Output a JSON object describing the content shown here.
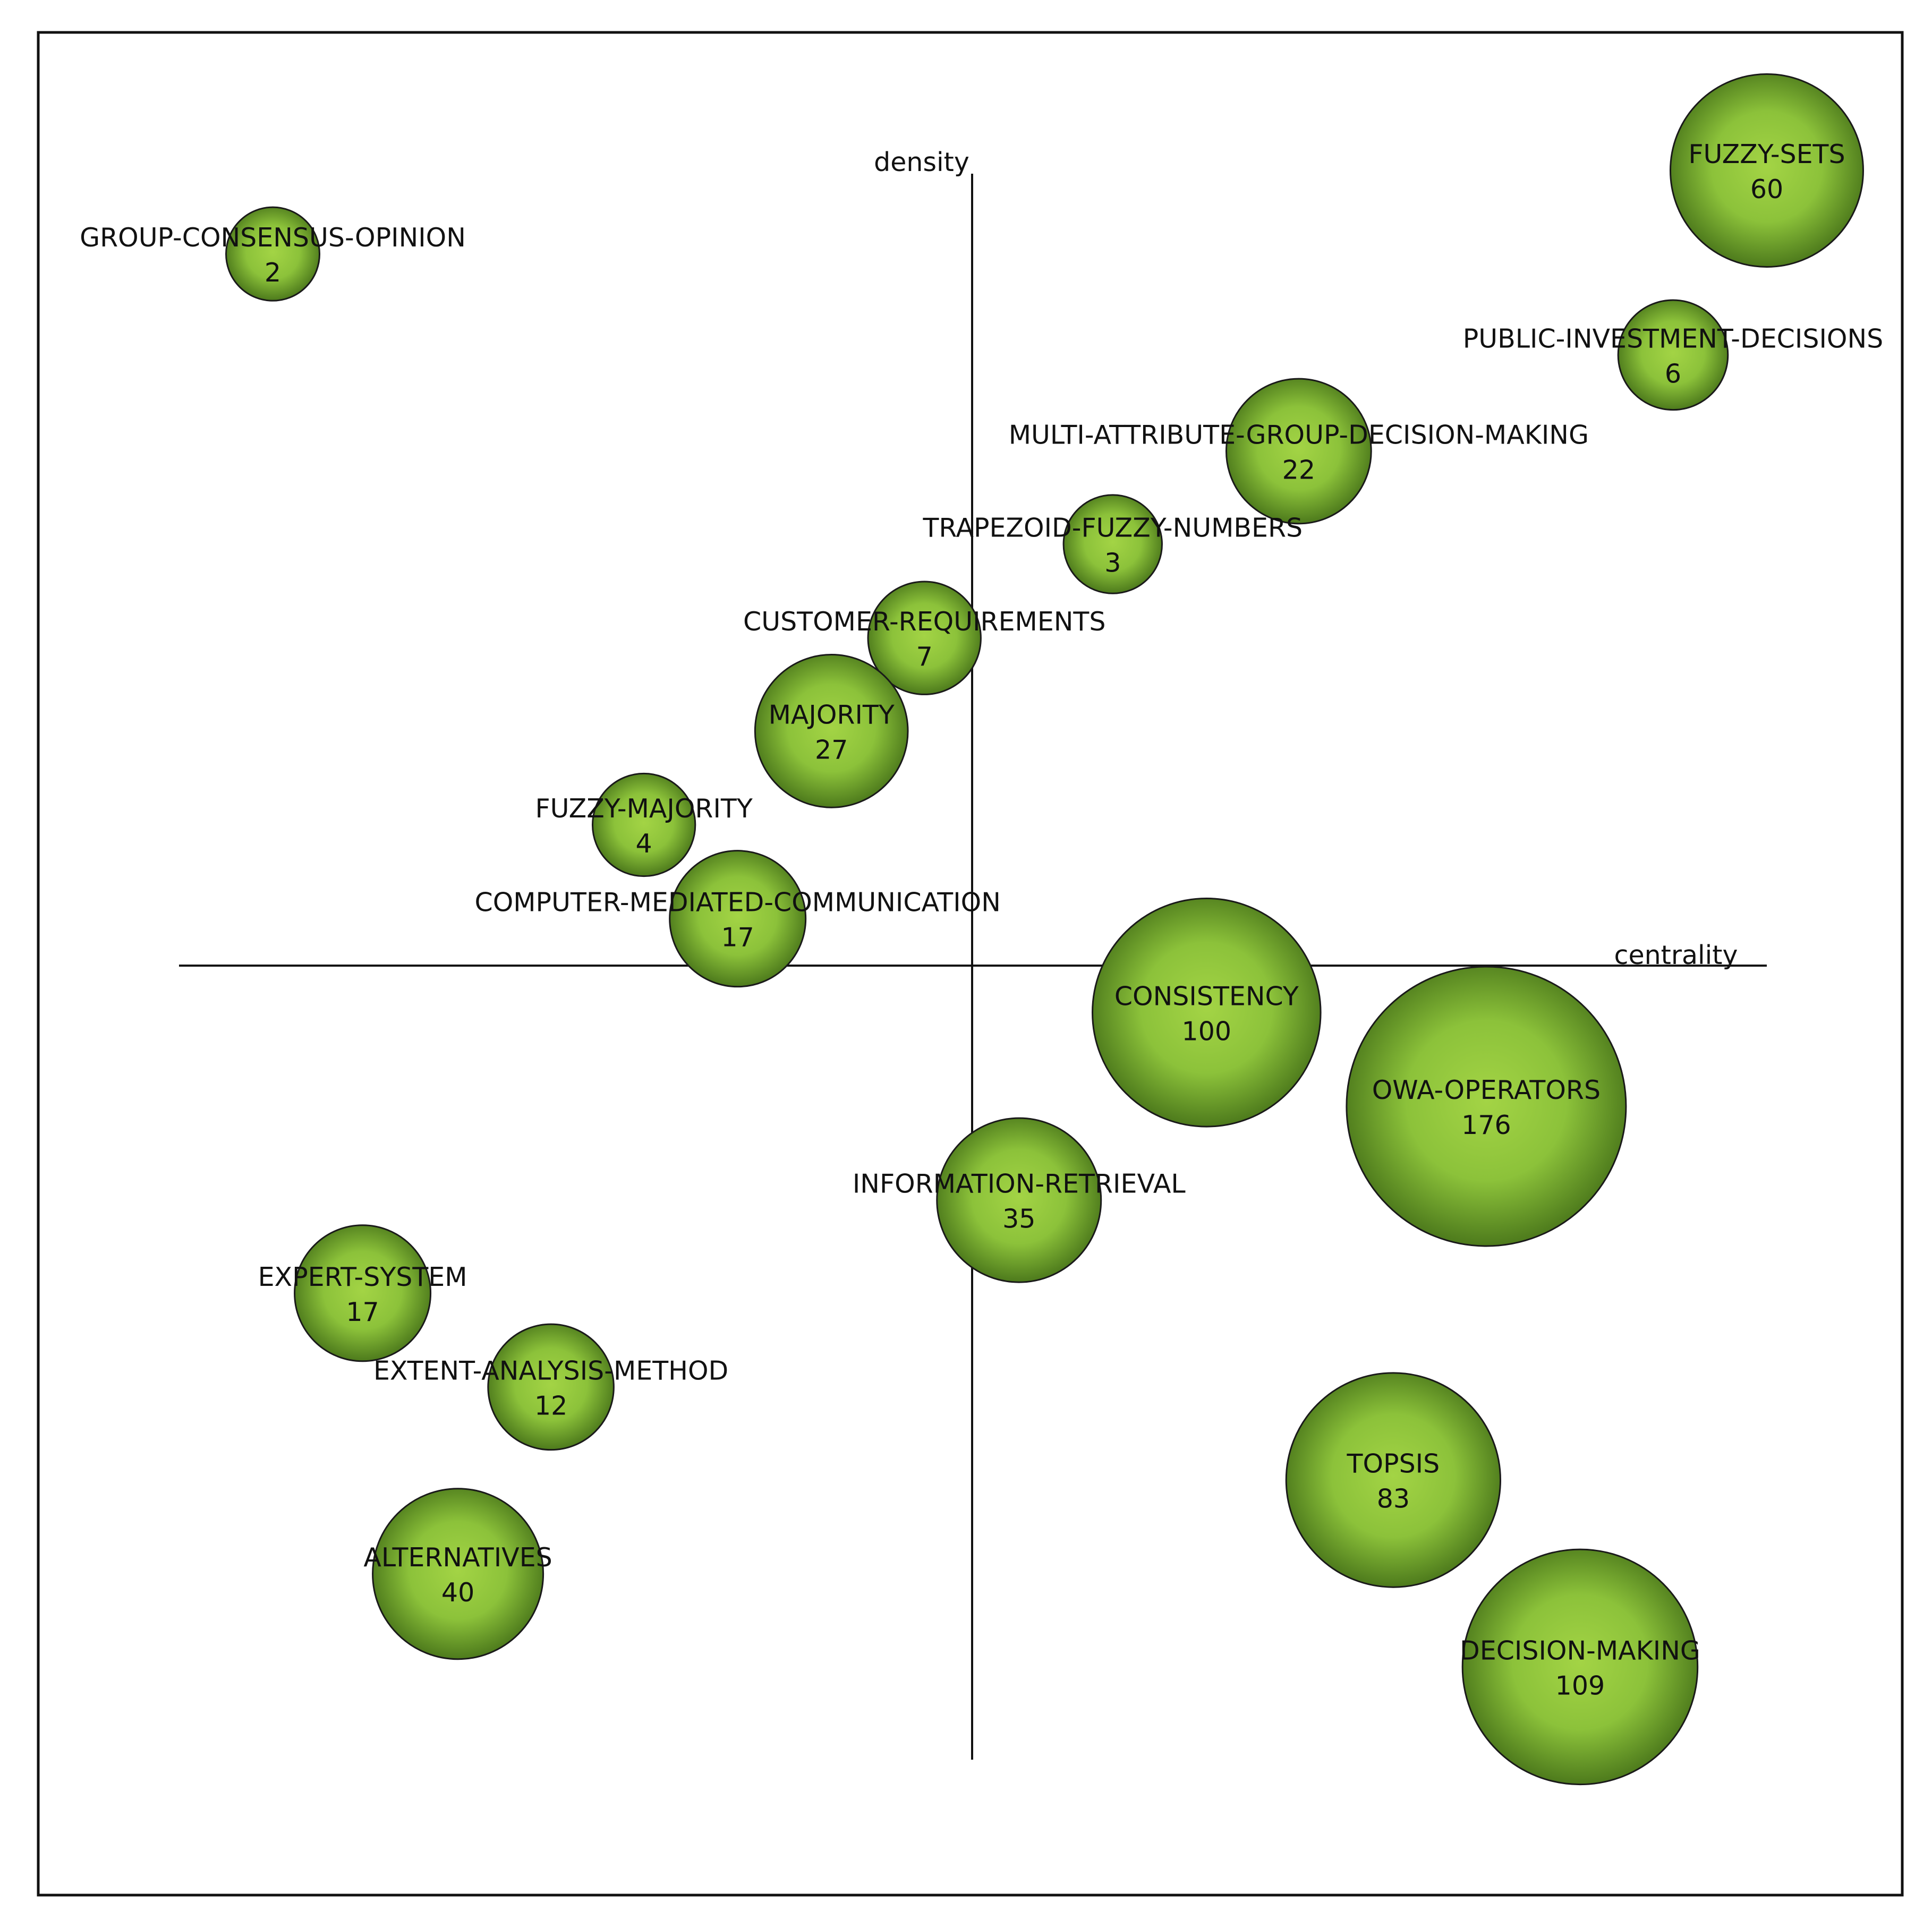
{
  "chart_data": {
    "type": "scatter",
    "subtype": "strategic-diagram-bubble",
    "xlabel": "centrality",
    "ylabel": "density",
    "xlim": [
      -1,
      1
    ],
    "ylim": [
      -1,
      1
    ],
    "grid": false,
    "legend": "none",
    "colors": {
      "bubble_fill_center": "#a3d445",
      "bubble_fill_edge": "#4d7a1c",
      "bubble_stroke": "#1a1a1a",
      "axis": "#111111",
      "frame": "#111111"
    },
    "points": [
      {
        "label": "FUZZY-SETS",
        "value": "60",
        "x": 1.0,
        "y": 1.0,
        "size": 60
      },
      {
        "label": "GROUP-CONSENSUS-OPINION",
        "value": "2",
        "x": -0.88,
        "y": 0.895,
        "size": 2
      },
      {
        "label": "PUBLIC-INVESTMENT-DECISIONS",
        "value": "6",
        "x": 0.882,
        "y": 0.768,
        "size": 6
      },
      {
        "label": "MULTI-ATTRIBUTE-GROUP-DECISION-MAKING",
        "value": "22",
        "x": 0.411,
        "y": 0.647,
        "size": 22
      },
      {
        "label": "TRAPEZOID-FUZZY-NUMBERS",
        "value": "3",
        "x": 0.177,
        "y": 0.53,
        "size": 3
      },
      {
        "label": "CUSTOMER-REQUIREMENTS",
        "value": "7",
        "x": -0.06,
        "y": 0.412,
        "size": 7
      },
      {
        "label": "MAJORITY",
        "value": "27",
        "x": -0.177,
        "y": 0.295,
        "size": 27
      },
      {
        "label": "FUZZY-MAJORITY",
        "value": "4",
        "x": -0.413,
        "y": 0.177,
        "size": 4
      },
      {
        "label": "COMPUTER-MEDIATED-COMMUNICATION",
        "value": "17",
        "x": -0.295,
        "y": 0.059,
        "size": 17
      },
      {
        "label": "CONSISTENCY",
        "value": "100",
        "x": 0.295,
        "y": -0.059,
        "size": 100
      },
      {
        "label": "OWA-OPERATORS",
        "value": "176",
        "x": 0.647,
        "y": -0.177,
        "size": 176
      },
      {
        "label": "INFORMATION-RETRIEVAL",
        "value": "35",
        "x": 0.059,
        "y": -0.295,
        "size": 35
      },
      {
        "label": "EXPERT-SYSTEM",
        "value": "17",
        "x": -0.767,
        "y": -0.412,
        "size": 17
      },
      {
        "label": "EXTENT-ANALYSIS-METHOD",
        "value": "12",
        "x": -0.53,
        "y": -0.53,
        "size": 12
      },
      {
        "label": "TOPSIS",
        "value": "83",
        "x": 0.53,
        "y": -0.647,
        "size": 83
      },
      {
        "label": "ALTERNATIVES",
        "value": "40",
        "x": -0.647,
        "y": -0.765,
        "size": 40
      },
      {
        "label": "DECISION-MAKING",
        "value": "109",
        "x": 0.765,
        "y": -0.882,
        "size": 109
      }
    ]
  }
}
